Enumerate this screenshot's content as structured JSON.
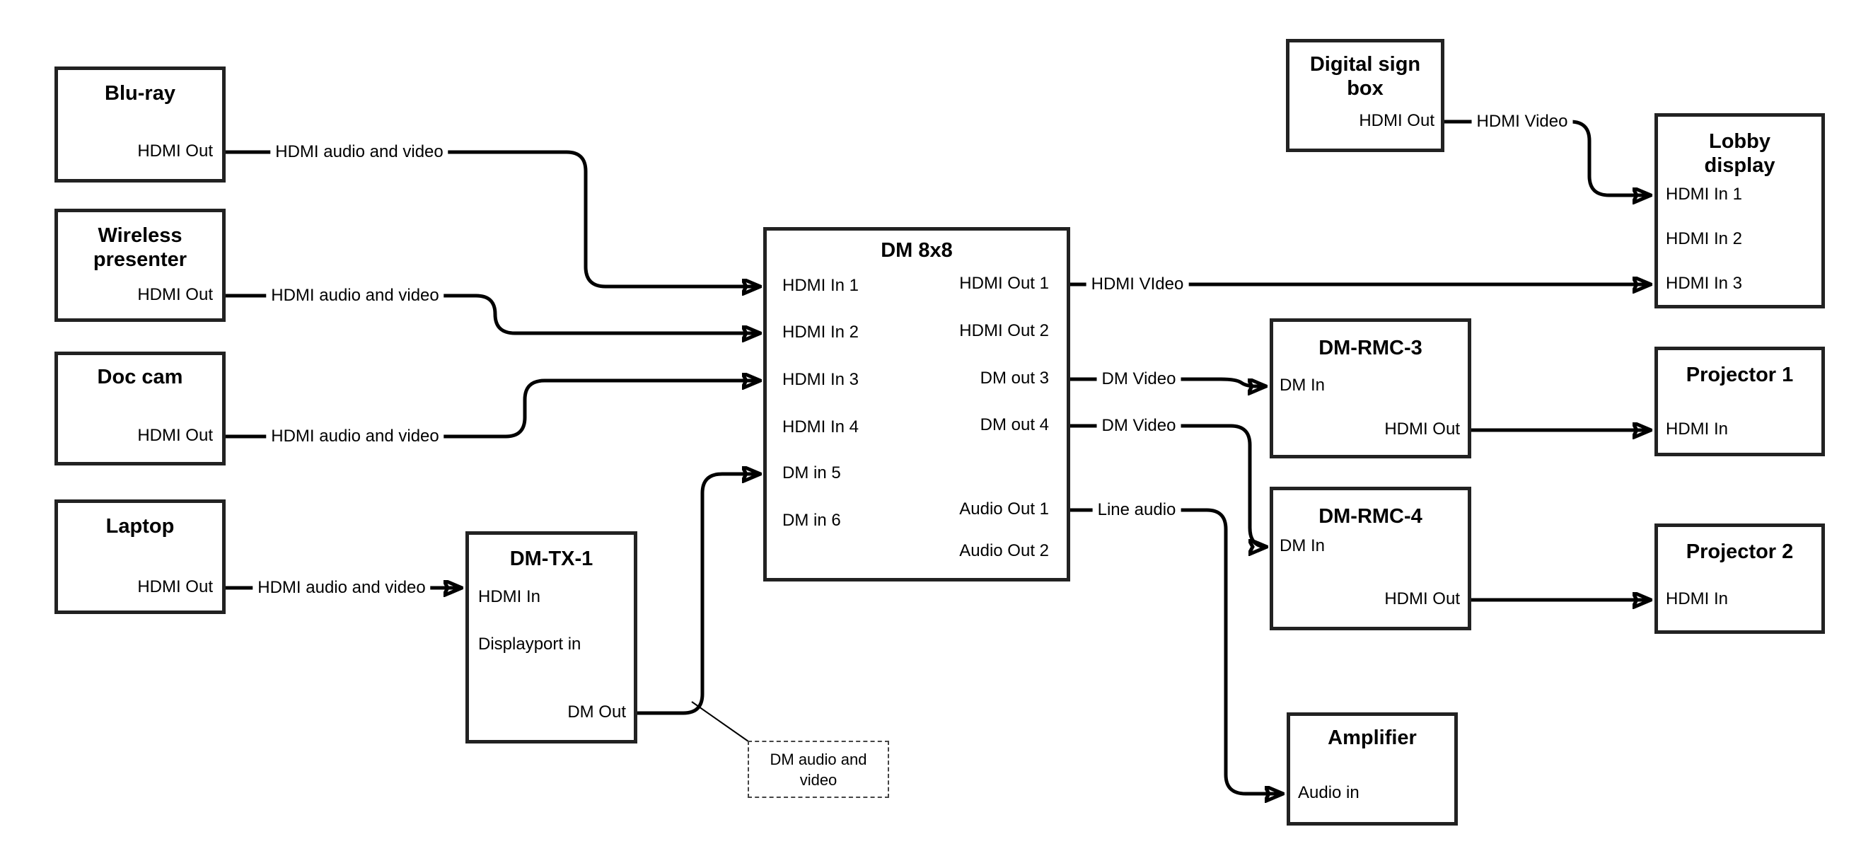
{
  "diagram_type": "AV signal flow diagram",
  "colors": {
    "background": "#ffffff",
    "line": "#000000",
    "box_border": "#222222",
    "text": "#000000"
  },
  "nodes": {
    "bluray": {
      "title": "Blu-ray",
      "ports": {
        "out": "HDMI Out"
      }
    },
    "wireless": {
      "title": "Wireless presenter",
      "ports": {
        "out": "HDMI Out"
      }
    },
    "doccam": {
      "title": "Doc cam",
      "ports": {
        "out": "HDMI Out"
      }
    },
    "laptop": {
      "title": "Laptop",
      "ports": {
        "out": "HDMI Out"
      }
    },
    "dmtx1": {
      "title": "DM-TX-1",
      "ports": {
        "hdmi_in": "HDMI In",
        "dp_in": "Displayport in",
        "dm_out": "DM Out"
      }
    },
    "dm8x8": {
      "title": "DM 8x8",
      "ports": {
        "in1": "HDMI In 1",
        "in2": "HDMI In 2",
        "in3": "HDMI In 3",
        "in4": "HDMI In 4",
        "in5": "DM in 5",
        "in6": "DM in 6",
        "out1": "HDMI Out 1",
        "out2": "HDMI Out 2",
        "out3": "DM out 3",
        "out4": "DM out 4",
        "aout1": "Audio Out 1",
        "aout2": "Audio Out 2"
      }
    },
    "digisign": {
      "title": "Digital sign box",
      "ports": {
        "out": "HDMI Out"
      }
    },
    "lobby": {
      "title": "Lobby display",
      "ports": {
        "in1": "HDMI In 1",
        "in2": "HDMI In 2",
        "in3": "HDMI In 3"
      }
    },
    "rmc3": {
      "title": "DM-RMC-3",
      "ports": {
        "dm_in": "DM In",
        "hdmi_out": "HDMI Out"
      }
    },
    "proj1": {
      "title": "Projector 1",
      "ports": {
        "hdmi_in": "HDMI In"
      }
    },
    "rmc4": {
      "title": "DM-RMC-4",
      "ports": {
        "dm_in": "DM In",
        "hdmi_out": "HDMI Out"
      }
    },
    "proj2": {
      "title": "Projector 2",
      "ports": {
        "hdmi_in": "HDMI In"
      }
    },
    "amp": {
      "title": "Amplifier",
      "ports": {
        "audio_in": "Audio in"
      }
    }
  },
  "edge_labels": {
    "bluray_dm8x8": "HDMI audio and video",
    "wireless_dm8x8": "HDMI audio and video",
    "doccam_dm8x8": "HDMI audio and video",
    "laptop_dmtx1": "HDMI audio and video",
    "dm8x8_lobby": "HDMI VIdeo",
    "dm8x8_rmc3": "DM Video",
    "dm8x8_rmc4": "DM Video",
    "dm8x8_amp": "Line audio",
    "digisign_lobby": "HDMI Video"
  },
  "callout": {
    "text": "DM audio and video"
  }
}
